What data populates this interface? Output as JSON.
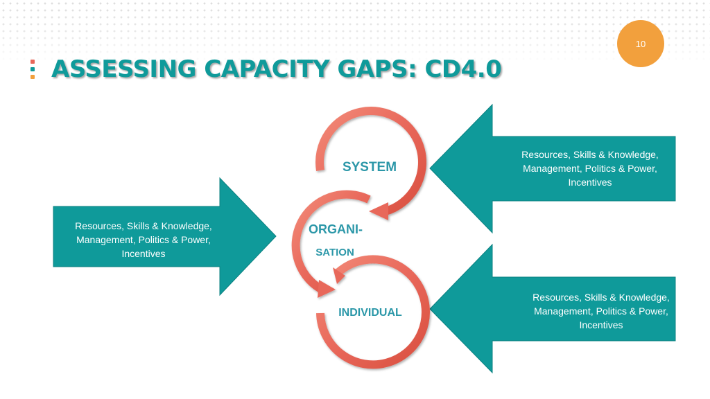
{
  "slide": {
    "page_number": "10",
    "title": "ASSESSING CAPACITY GAPS: CD4.0"
  },
  "colors": {
    "teal": "#0f9a9a",
    "orange": "#f2a03d",
    "cycle_red": "#e8675a",
    "label_blue": "#2b97a8"
  },
  "cycle": {
    "system": "SYSTEM",
    "organisation_line1": "ORGANI-",
    "organisation_line2": "SATION",
    "individual": "INDIVIDUAL"
  },
  "arrows": {
    "left": {
      "line1": "Resources, Skills & Knowledge,",
      "line2": "Management, Politics & Power,",
      "line3": "Incentives"
    },
    "right_top": {
      "line1": "Resources, Skills & Knowledge,",
      "line2": "Management, Politics & Power,",
      "line3": "Incentives"
    },
    "right_bottom": {
      "line1": "Resources, Skills & Knowledge,",
      "line2": "Management, Politics & Power,",
      "line3": "Incentives"
    }
  }
}
